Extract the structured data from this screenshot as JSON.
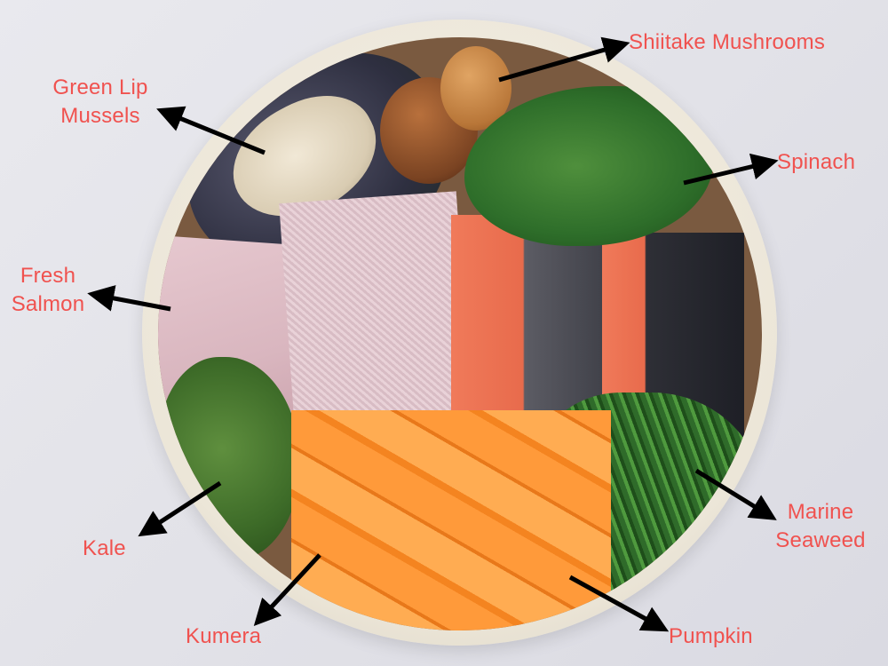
{
  "image": {
    "description": "Top-down photo of a bowl of raw pet food ingredients with labelled callouts",
    "background_color": "#e4e4ea",
    "label_color": "#f0524f",
    "arrow_color": "#000000"
  },
  "labels": {
    "green_lip_mussels": "Green Lip\nMussels",
    "green_lip_mussels_line1": "Green Lip",
    "green_lip_mussels_line2": "Mussels",
    "shiitake_mushrooms": "Shiitake Mushrooms",
    "spinach": "Spinach",
    "fresh_salmon_line1": "Fresh",
    "fresh_salmon_line2": "Salmon",
    "kale": "Kale",
    "kumera": "Kumera",
    "marine_seaweed_line1": "Marine",
    "marine_seaweed_line2": "Seaweed",
    "pumpkin": "Pumpkin"
  }
}
